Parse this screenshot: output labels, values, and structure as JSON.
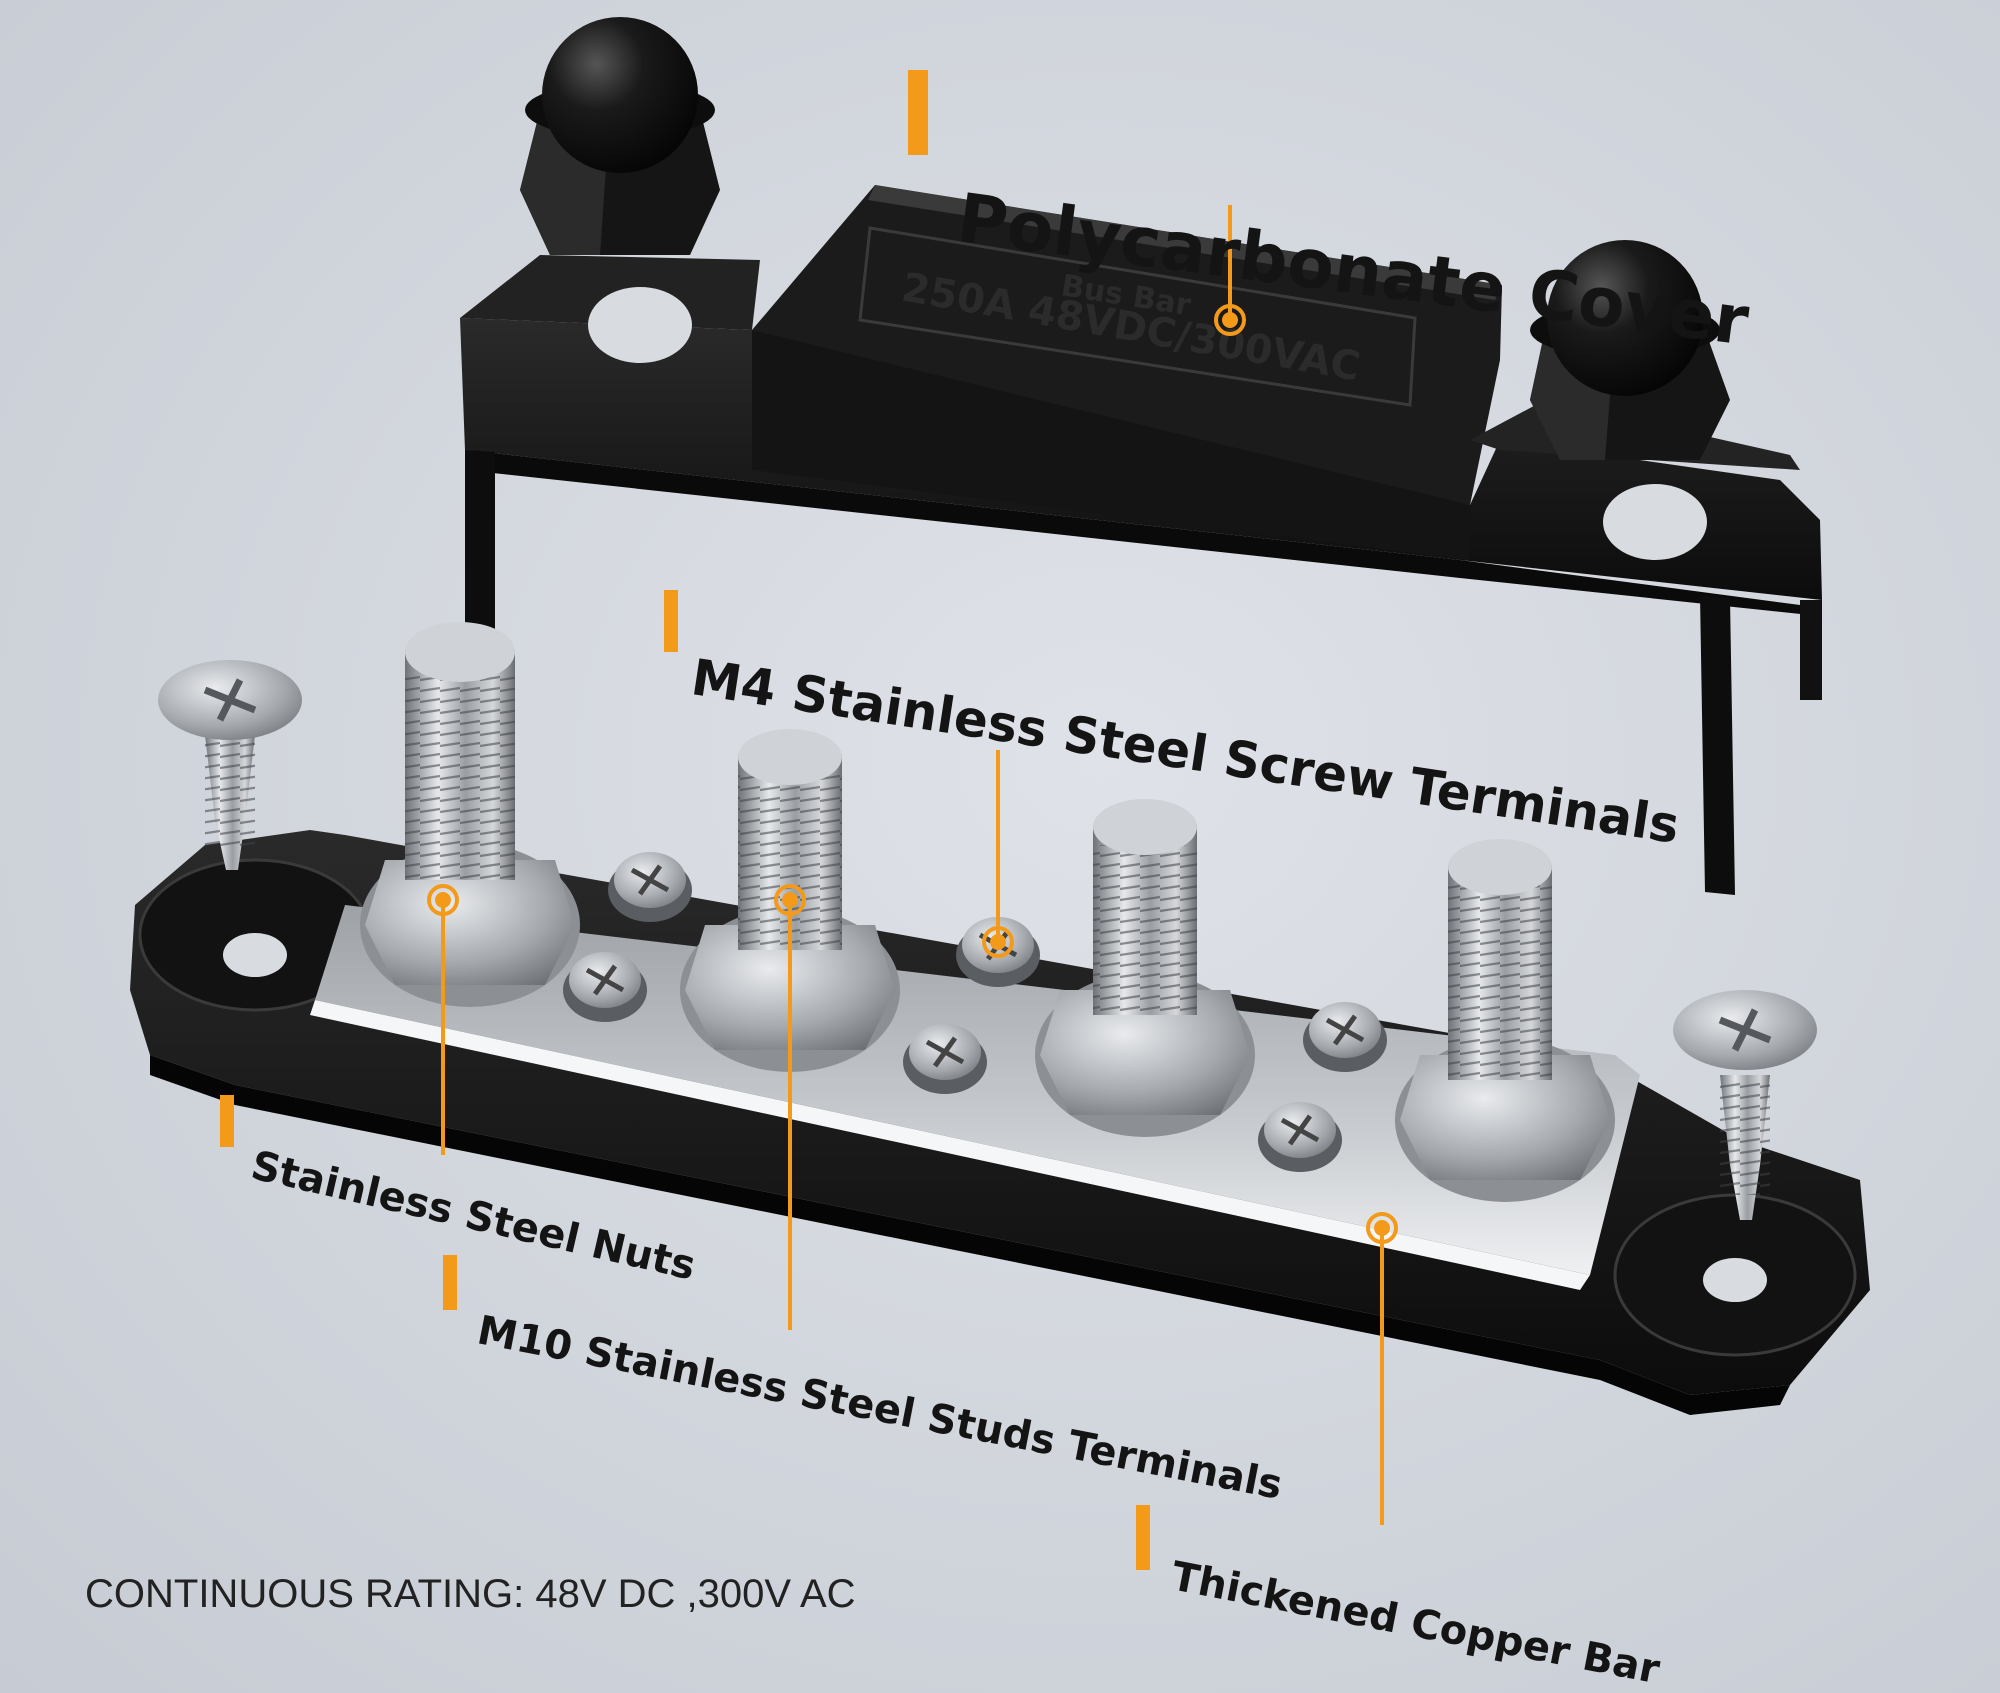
{
  "labels": {
    "cover": "Polycarbonate Cover",
    "screw_terminals": "M4 Stainless Steel Screw Terminals",
    "nuts": "Stainless Steel Nuts",
    "stud_terminals": "M10 Stainless Steel Studs Terminals",
    "copper_bar": "Thickened Copper Bar"
  },
  "rating": "CONTINUOUS RATING: 48V DC ,300V AC",
  "cover_engraving": {
    "line1": "Bus Bar",
    "line2": "250A 48VDC/300VAC"
  },
  "colors": {
    "accent": "#f39a1b",
    "background": "#d2d6de",
    "plastic": "#111111",
    "steel": "#b9bcc1"
  }
}
